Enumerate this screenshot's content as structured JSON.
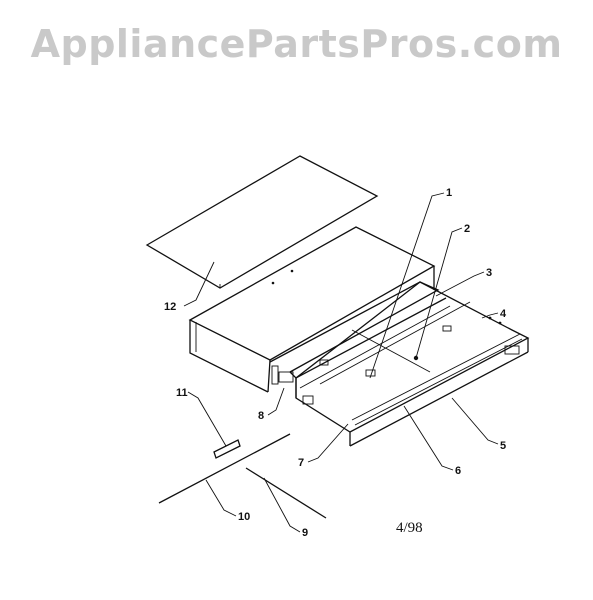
{
  "watermark": "AppliancePartsPros.com",
  "date_code": "4/98",
  "callouts": [
    "1",
    "2",
    "3",
    "4",
    "5",
    "6",
    "7",
    "8",
    "9",
    "10",
    "11",
    "12"
  ],
  "colors": {
    "ink": "#111111",
    "watermark": "#c9c9c9",
    "background": "#ffffff"
  }
}
